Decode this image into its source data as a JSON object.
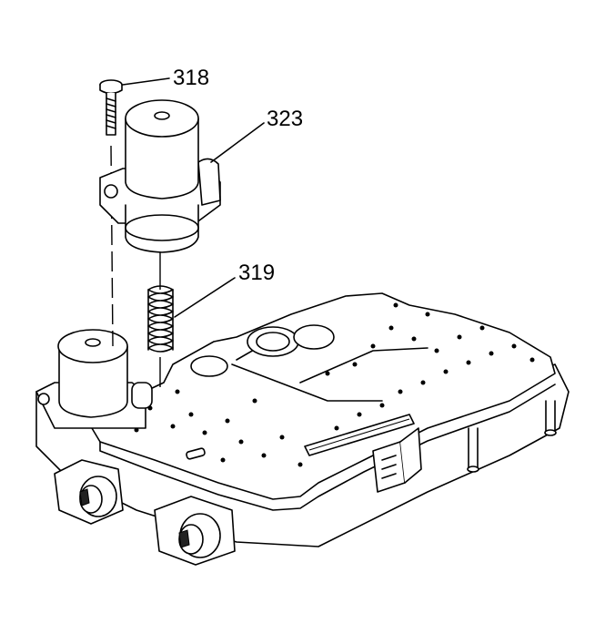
{
  "callouts": {
    "screw": "318",
    "solenoid": "323",
    "spring": "319"
  },
  "colors": {
    "line": "#000000",
    "background": "#ffffff"
  }
}
